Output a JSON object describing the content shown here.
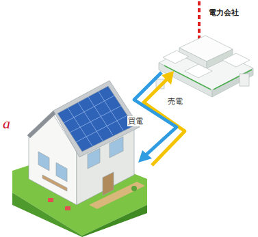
{
  "diagram": {
    "nodes": [
      {
        "text": [
          "電力会社"
        ]
      }
    ],
    "labels": [
      "売電",
      "買電",
      "a"
    ]
  }
}
